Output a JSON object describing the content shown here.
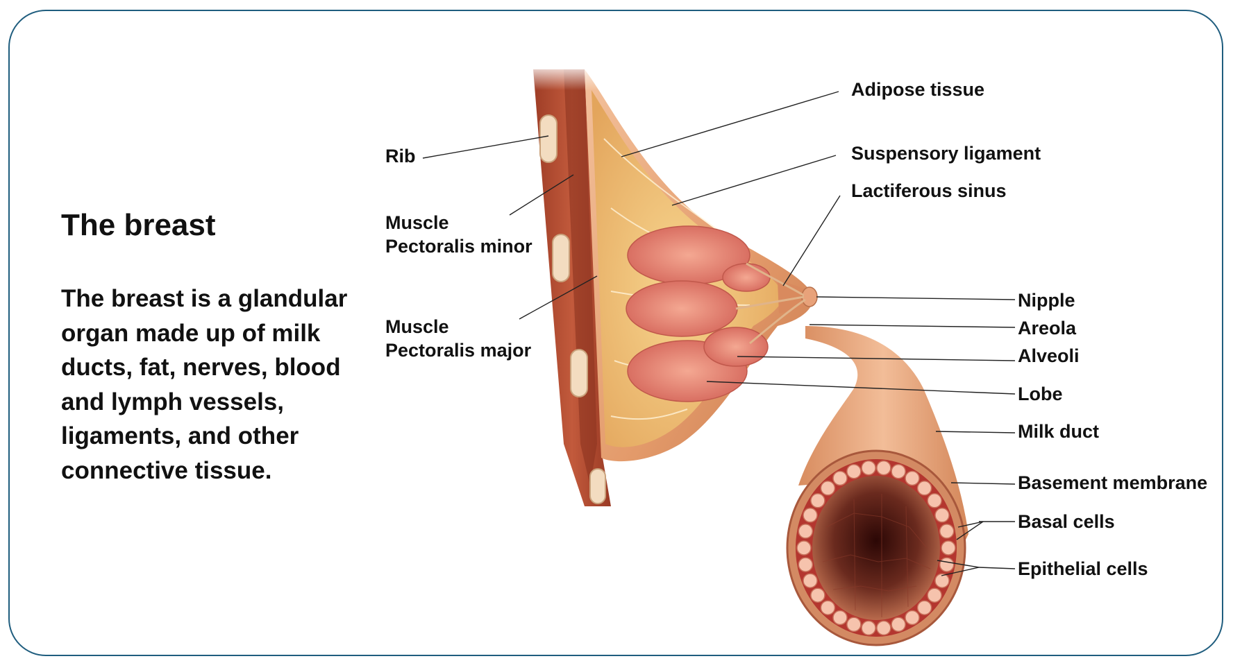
{
  "title": "The breast",
  "description": "The breast is a glandular organ made up of milk ducts, fat, nerves, blood and lymph vessels, ligaments, and other connective tissue.",
  "labels": {
    "rib": "Rib",
    "muscle_minor_line1": "Muscle",
    "muscle_minor_line2": "Pectoralis minor",
    "muscle_major_line1": "Muscle",
    "muscle_major_line2": "Pectoralis major",
    "adipose_tissue": "Adipose tissue",
    "suspensory_ligament": "Suspensory ligament",
    "lactiferous_sinus": "Lactiferous sinus",
    "nipple": "Nipple",
    "areola": "Areola",
    "alveoli": "Alveoli",
    "lobe": "Lobe",
    "milk_duct": "Milk duct",
    "basement_membrane": "Basement membrane",
    "basal_cells": "Basal cells",
    "epithelial_cells": "Epithelial cells"
  },
  "colors": {
    "frame_border": "#1f5d7e",
    "muscle": "#b04a2f",
    "skin": "#e7a173",
    "adipose": "#f0c06a",
    "lobule": "#e5887a",
    "duct_lumen": "#5a1a14"
  }
}
